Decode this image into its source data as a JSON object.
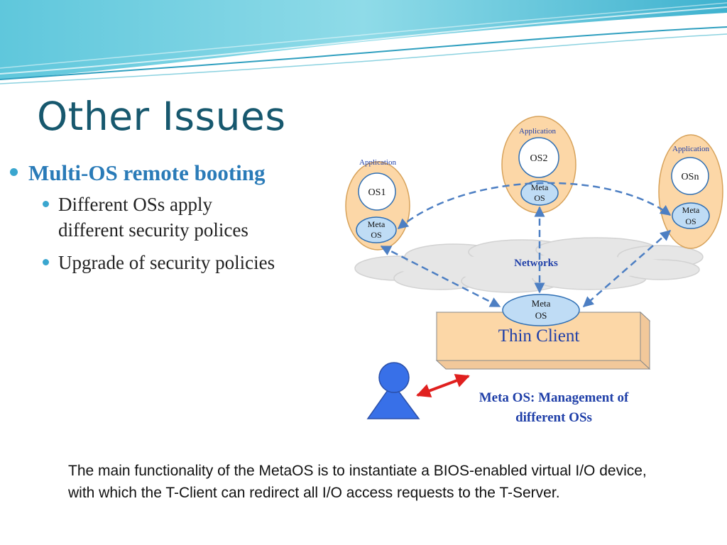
{
  "slide": {
    "title": "Other Issues"
  },
  "bullets": {
    "main": "Multi-OS remote booting",
    "sub1_line1": "Different OSs apply",
    "sub1_line2": "different security polices",
    "sub2": "Upgrade of security policies"
  },
  "diagram": {
    "nodes": {
      "os1": {
        "app_label": "Application",
        "os_label": "OS1",
        "meta_line1": "Meta",
        "meta_line2": "OS"
      },
      "os2": {
        "app_label": "Application",
        "os_label": "OS2",
        "meta_line1": "Meta",
        "meta_line2": "OS"
      },
      "osn": {
        "app_label": "Application",
        "os_label": "OSn",
        "meta_line1": "Meta",
        "meta_line2": "OS"
      }
    },
    "networks_label": "Networks",
    "thin_client": {
      "label": "Thin Client",
      "meta_line1": "Meta",
      "meta_line2": "OS"
    },
    "annotation": {
      "line1": "Meta OS: Management of",
      "line2": "different OSs"
    }
  },
  "caption": "The main functionality of the MetaOS is to instantiate a BIOS-enabled virtual I/O device, with which the T-Client can redirect all I/O access requests to the T-Server.",
  "colors": {
    "title": "#17586e",
    "bullet_main": "#2a7bb8",
    "bullet_dot": "#3aa6cf",
    "os_body": "#fcd7a7",
    "os_border": "#d7a25a",
    "meta_fill": "#bfdcf5",
    "meta_border": "#2f6fb4",
    "connector": "#4d7fc3",
    "label_blue": "#1f3fa8",
    "user": "#3870e8",
    "double_arrow": "#e0201f"
  }
}
